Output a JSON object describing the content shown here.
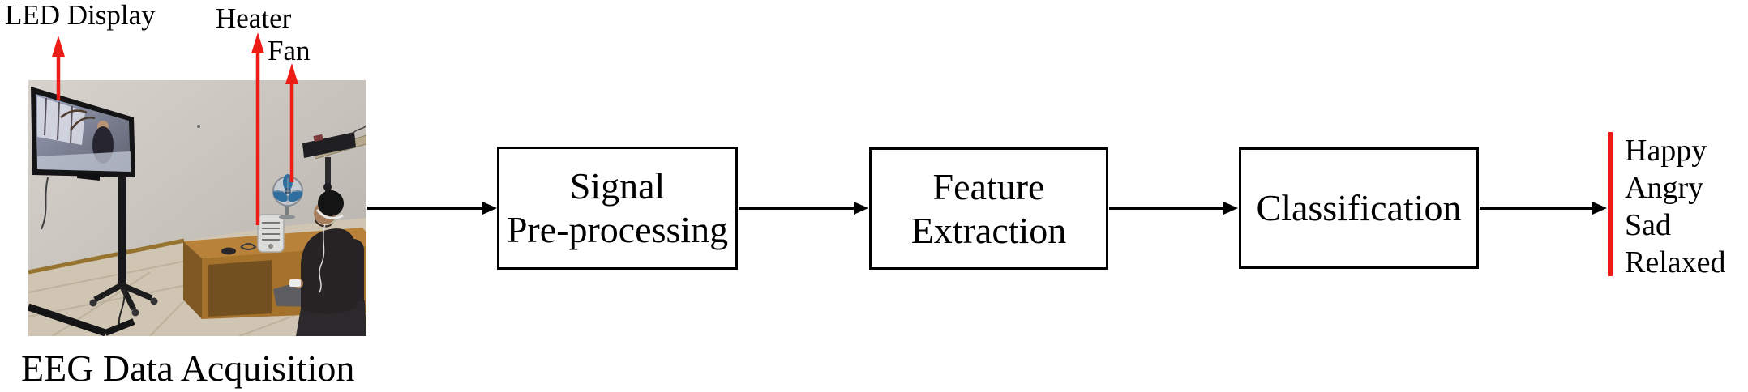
{
  "annotations": {
    "labels": [
      {
        "id": "led-display",
        "text": "LED Display"
      },
      {
        "id": "heater",
        "text": "Heater"
      },
      {
        "id": "fan",
        "text": "Fan"
      }
    ]
  },
  "photo": {
    "caption": "EEG Data Acquisition",
    "content_icons": [
      "tv-icon",
      "tv-stand-icon",
      "desk-icon",
      "heater-icon",
      "fan-icon",
      "wall-rig-icon",
      "participant-icon",
      "eeg-headset-icon",
      "office-chair-icon"
    ]
  },
  "pipeline": {
    "boxes": [
      {
        "id": "signal-preprocessing",
        "lines": [
          "Signal",
          "Pre-processing"
        ]
      },
      {
        "id": "feature-extraction",
        "lines": [
          "Feature",
          "Extraction"
        ]
      },
      {
        "id": "classification",
        "lines": [
          "Classification"
        ]
      }
    ]
  },
  "outputs": {
    "emotions": [
      "Happy",
      "Angry",
      "Sad",
      "Relaxed"
    ]
  },
  "colors": {
    "annotation_red": "#ee1c16",
    "line_black": "#000000",
    "box_background": "#ffffff",
    "page_background": "#ffffff"
  }
}
